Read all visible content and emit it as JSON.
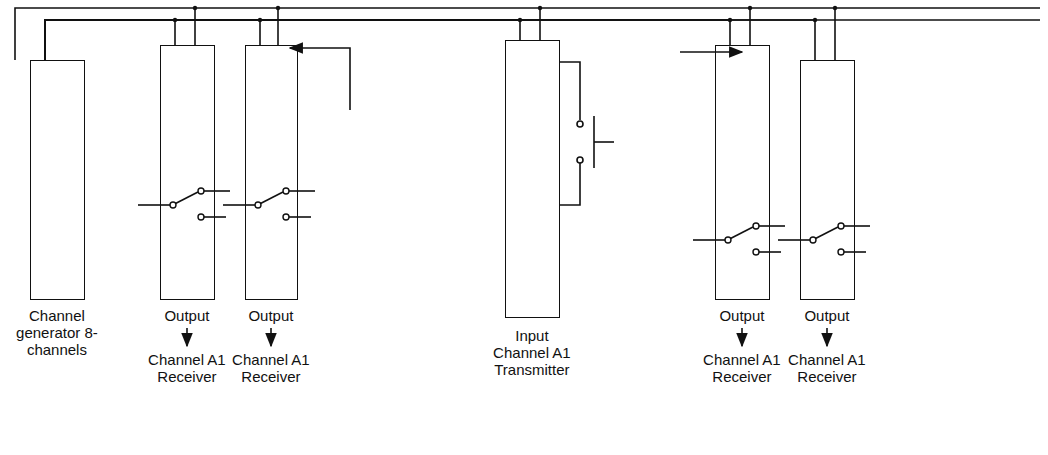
{
  "diagram": {
    "nodes": [
      {
        "text": [
          "Channel generator 8-channels"
        ]
      },
      {
        "text": [
          "Output",
          "Channel A1 Receiver"
        ]
      },
      {
        "text": [
          "Output",
          "Channel A1 Receiver"
        ]
      },
      {
        "text": [
          "Input Channel A1 Transmitter"
        ]
      },
      {
        "text": [
          "Output",
          "Channel A1 Receiver"
        ]
      },
      {
        "text": [
          "Output",
          "Channel A1 Receiver"
        ]
      }
    ],
    "edges": [
      {
        "from": 0,
        "to": 1,
        "arrow": "none"
      },
      {
        "from": 0,
        "to": 2,
        "arrow": "none"
      },
      {
        "from": 0,
        "to": 3,
        "arrow": "none"
      },
      {
        "from": 0,
        "to": 4,
        "arrow": "none"
      },
      {
        "from": 0,
        "to": 5,
        "arrow": "none"
      }
    ]
  }
}
